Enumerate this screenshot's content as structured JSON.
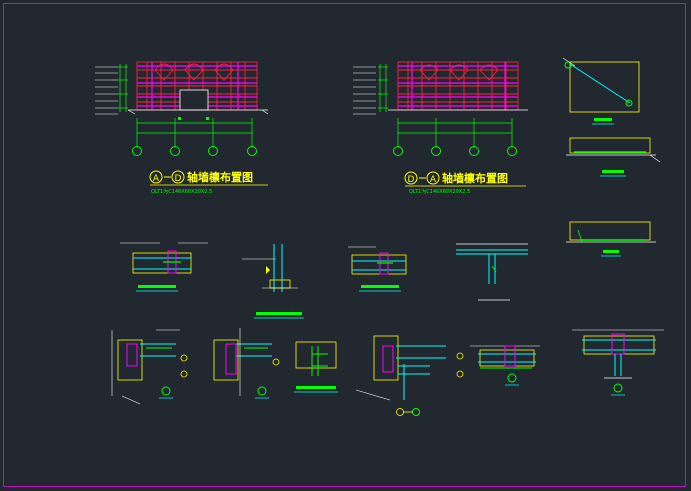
{
  "drawing": {
    "title_left": "A-D轴墙檩布置图",
    "title_left_circ_a": "A",
    "title_left_circ_b": "D",
    "title_left_text": "轴墙檩布置图",
    "subtitle_left": "QLT1为C140X60X20X2.5",
    "title_right": "D-A轴墙檩布置图",
    "title_right_circ_a": "D",
    "title_right_circ_b": "A",
    "title_right_text": "轴墙檩布置图",
    "subtitle_right": "QLT1为C140X60X20X2.5"
  },
  "colors": {
    "background": "#212830",
    "magenta": "#ff00ff",
    "red": "#ff2040",
    "yellow": "#ffff00",
    "green": "#00ff00",
    "cyan": "#00ffff",
    "white": "#ffffff",
    "frame": "#c010c0"
  }
}
